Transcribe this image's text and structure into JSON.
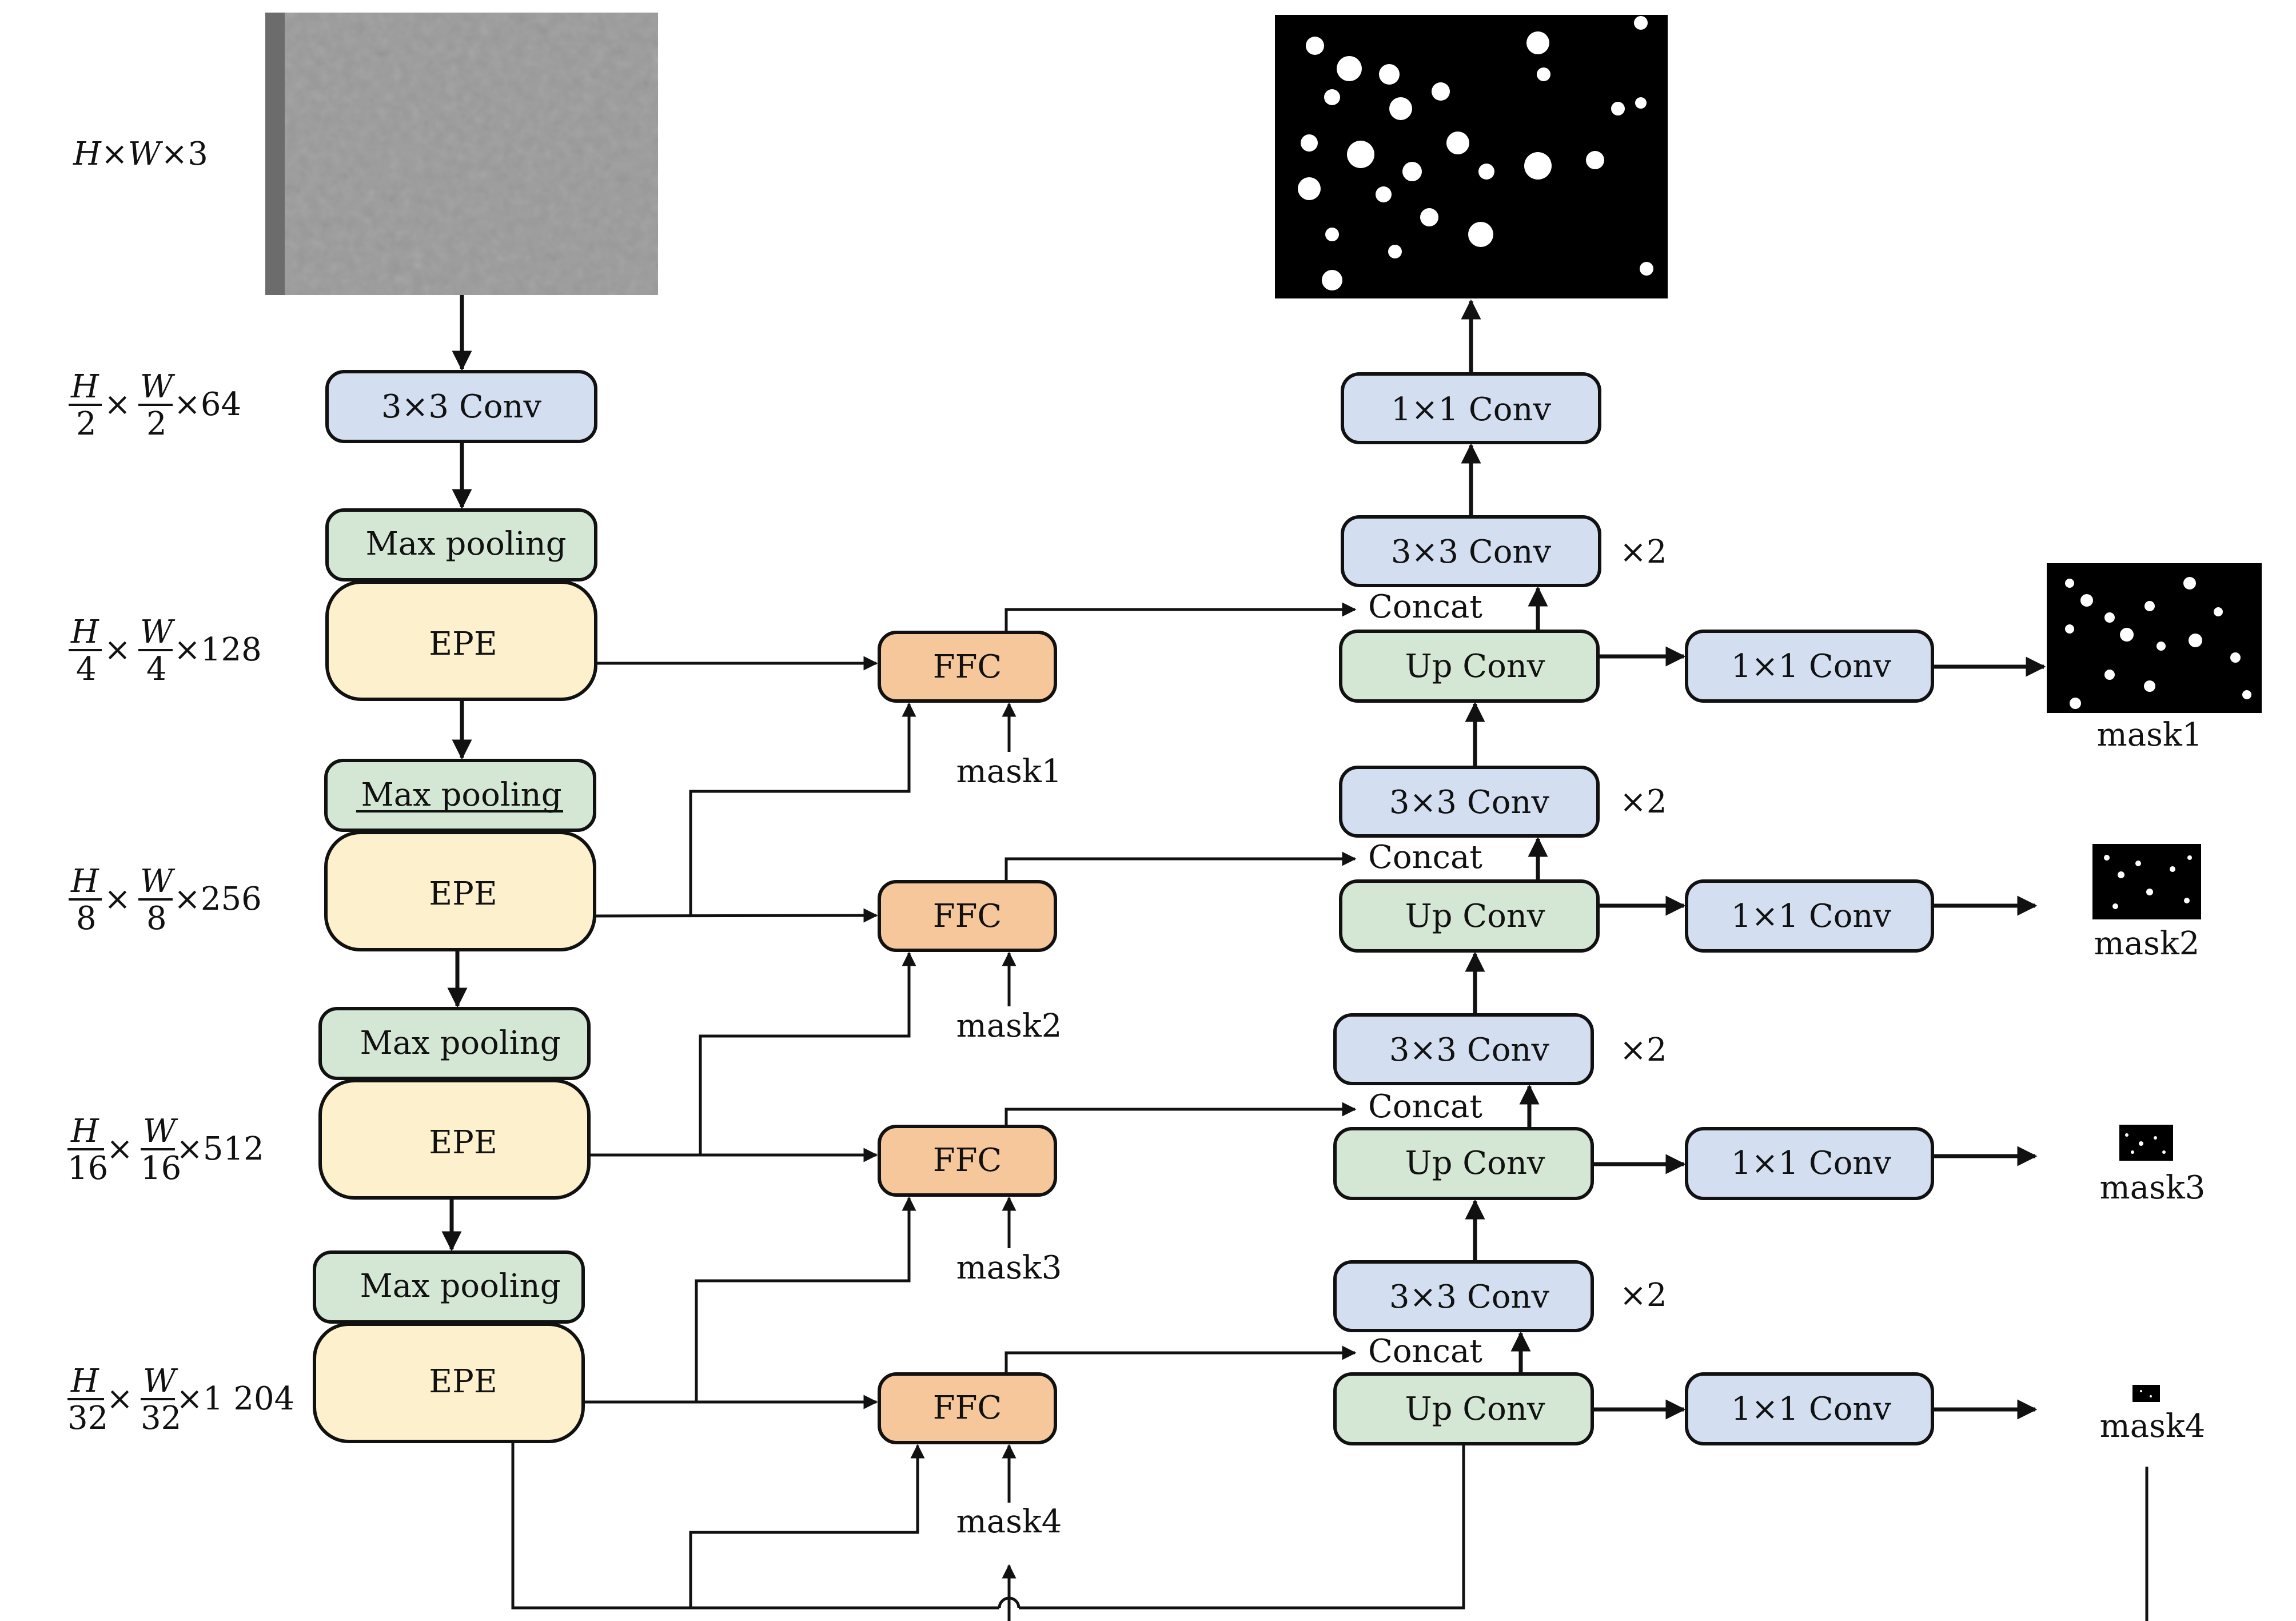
{
  "dims": {
    "d0": {
      "h": "H",
      "x1": "×",
      "w": "W",
      "x2": "×",
      "c": "3"
    },
    "d1": {
      "h": "H",
      "hd": "2",
      "w": "W",
      "wd": "2",
      "c": "×64"
    },
    "d2": {
      "h": "H",
      "hd": "4",
      "w": "W",
      "wd": "4",
      "c": "×128"
    },
    "d3": {
      "h": "H",
      "hd": "8",
      "w": "W",
      "wd": "8",
      "c": "×256"
    },
    "d4": {
      "h": "H",
      "hd": "16",
      "w": "W",
      "wd": "16",
      "c": "×512"
    },
    "d5": {
      "h": "H",
      "hd": "32",
      "w": "W",
      "wd": "32",
      "c": "×1 204"
    },
    "times": "×"
  },
  "encoder": {
    "conv3": "3×3 Conv",
    "maxpool": "Max pooling",
    "epe": "EPE"
  },
  "ffc": "FFC",
  "masks": [
    "mask1",
    "mask2",
    "mask3",
    "mask4"
  ],
  "decoder": {
    "conv1_top": "1×1 Conv",
    "conv3": "3×3 Conv",
    "x2": "×2",
    "concat": "Concat",
    "upconv": "Up Conv",
    "conv1_side": "1×1 Conv"
  },
  "colors": {
    "conv": "#d3dff0",
    "pool_up": "#d4e6d4",
    "epe": "#fdf0cc",
    "ffc": "#f6c79a",
    "mask_bg": "#000000",
    "input_gray": "#9a9a9a"
  }
}
